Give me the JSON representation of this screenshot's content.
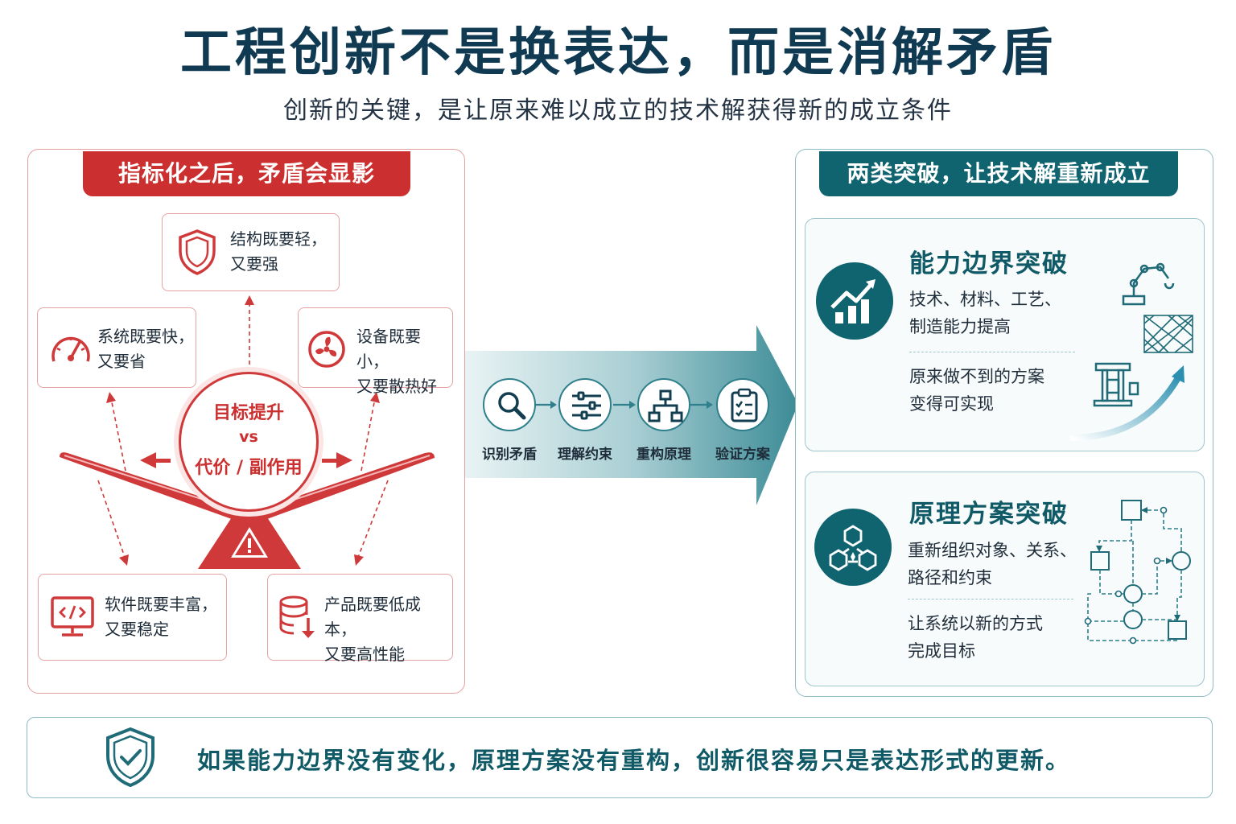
{
  "title": "工程创新不是换表达，而是消解矛盾",
  "subtitle": "创新的关键，是让原来难以成立的技术解获得新的成立条件",
  "left": {
    "header": "指标化之后，矛盾会显影",
    "center": {
      "line1": "目标提升",
      "line2": "vs",
      "line3": "代价 / 副作用"
    },
    "cards": [
      {
        "icon": "shield-icon",
        "line1": "结构既要轻，",
        "line2": "又要强"
      },
      {
        "icon": "speedometer-icon",
        "line1": "系统既要快，",
        "line2": "又要省"
      },
      {
        "icon": "fan-icon",
        "line1": "设备既要小，",
        "line2": "又要散热好"
      },
      {
        "icon": "code-monitor-icon",
        "line1": "软件既要丰富，",
        "line2": "又要稳定"
      },
      {
        "icon": "database-down-icon",
        "line1": "产品既要低成本，",
        "line2": "又要高性能"
      }
    ]
  },
  "process": {
    "steps": [
      {
        "icon": "search-icon",
        "label": "识别矛盾"
      },
      {
        "icon": "sliders-icon",
        "label": "理解约束"
      },
      {
        "icon": "hierarchy-icon",
        "label": "重构原理"
      },
      {
        "icon": "clipboard-check-icon",
        "label": "验证方案"
      }
    ]
  },
  "right": {
    "header": "两类突破，让技术解重新成立",
    "cards": [
      {
        "icon": "growth-chart-icon",
        "title": "能力边界突破",
        "text1a": "技术、材料、工艺、",
        "text1b": "制造能力提高",
        "text2a": "原来做不到的方案",
        "text2b": "变得可实现"
      },
      {
        "icon": "network-cubes-icon",
        "title": "原理方案突破",
        "text1a": "重新组织对象、关系、",
        "text1b": "路径和约束",
        "text2a": "让系统以新的方式",
        "text2b": "完成目标"
      }
    ]
  },
  "footer": {
    "icon": "shield-check-icon",
    "text": "如果能力边界没有变化，原理方案没有重构，创新很容易只是表达形式的更新。"
  },
  "colors": {
    "red": "#cc2f2f",
    "teal": "#0f6470",
    "navy": "#0f3a52"
  }
}
